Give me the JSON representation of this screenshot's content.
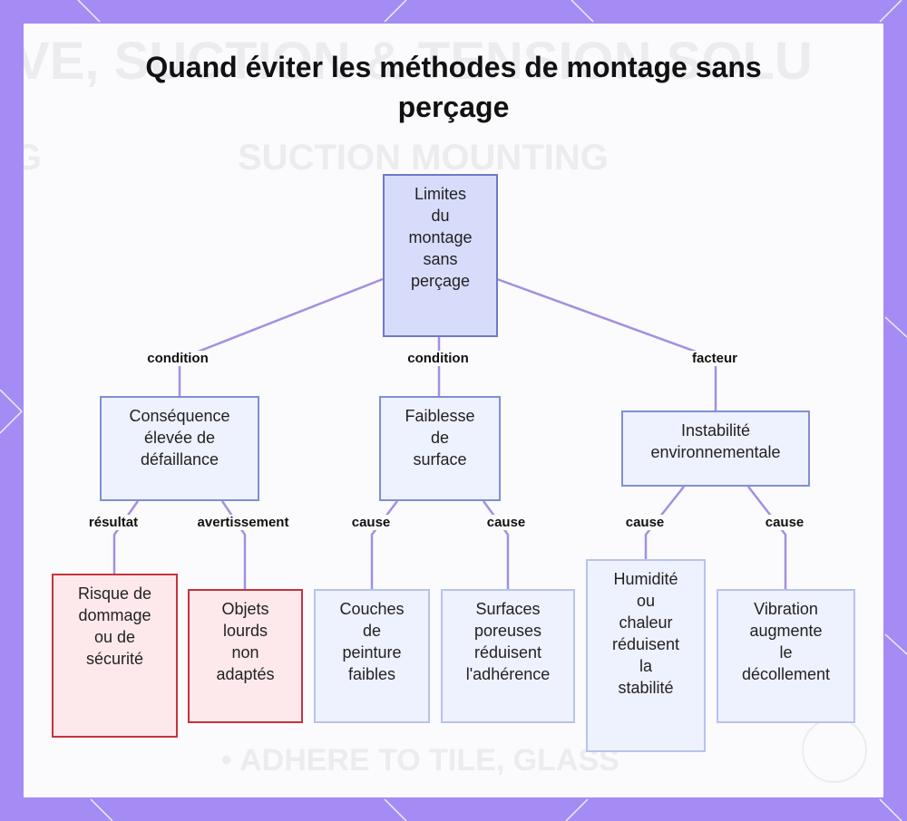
{
  "title": "Quand éviter les méthodes de montage sans perçage",
  "nodes": {
    "root": "Limites\ndu\nmontage\nsans\nperçage",
    "consequence": "Conséquence\nélevée de\ndéfaillance",
    "faiblesse": "Faiblesse\nde\nsurface",
    "instabilite": "Instabilité\nenvironnementale",
    "risque": "Risque de\ndommage\nou de\nsécurité",
    "objets": "Objets\nlourds\nnon\nadaptés",
    "couches": "Couches\nde\npeinture\nfaibles",
    "surfaces": "Surfaces\nporeuses\nréduisent\nl'adhérence",
    "humidite": "Humidité\nou\nchaleur\nréduisent\nla\nstabilité",
    "vibration": "Vibration\naugmente\nle\ndécollement"
  },
  "edge_labels": {
    "root_consequence": "condition",
    "root_faiblesse": "condition",
    "root_instabilite": "facteur",
    "consequence_risque": "résultat",
    "consequence_objets": "avertissement",
    "faiblesse_couches": "cause",
    "faiblesse_surfaces": "cause",
    "instabilite_humidite": "cause",
    "instabilite_vibration": "cause"
  },
  "colors": {
    "frame": "#a48cf4",
    "edge": "#a48fe0",
    "root_fill": "#d8dcfb",
    "node_fill": "#eef1fe",
    "warning_fill": "#fde9ec",
    "warning_border": "#c8323c"
  }
}
